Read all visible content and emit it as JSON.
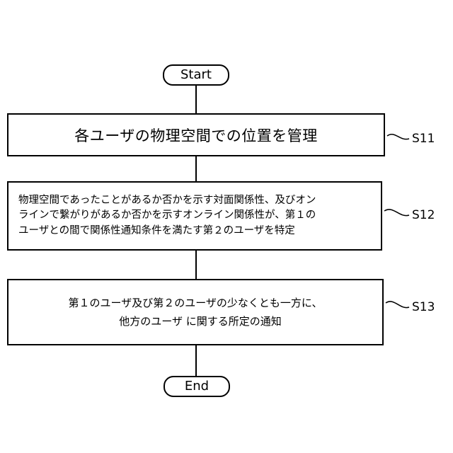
{
  "diagram": {
    "start_label": "Start",
    "end_label": "End",
    "steps": [
      {
        "id": "S11",
        "lines": [
          "各ユーザの物理空間での位置を管理"
        ]
      },
      {
        "id": "S12",
        "lines": [
          "物理空間であったことがあるか否かを示す対面関係性、及びオン",
          "ラインで繋がりがあるか否かを示すオンライン関係性が、第１の",
          "ユーザとの間で関係性通知条件を満たす第２のユーザを特定"
        ]
      },
      {
        "id": "S13",
        "lines": [
          "第１のユーザ及び第２のユーザの少なくとも一方に、",
          "他方のユーザ に関する所定の通知"
        ]
      }
    ]
  }
}
